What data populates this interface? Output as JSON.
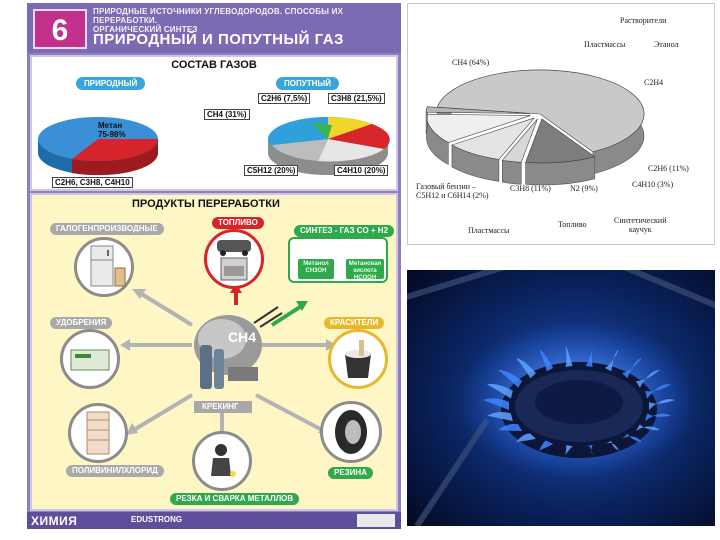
{
  "poster": {
    "number": "6",
    "subtitle_line1": "ПРИРОДНЫЕ ИСТОЧНИКИ УГЛЕВОДОРОДОВ. СПОСОБЫ ИХ ПЕРЕРАБОТКИ.",
    "subtitle_line2": "ОРГАНИЧЕСКИЙ СИНТЕЗ",
    "title": "ПРИРОДНЫЙ И ПОПУТНЫЙ ГАЗ",
    "composition": {
      "title": "СОСТАВ ГАЗОВ",
      "natural_label": "ПРИРОДНЫЙ",
      "associated_label": "ПОПУТНЫЙ",
      "natural_methane_1": "Метан",
      "natural_methane_2": "75-98%",
      "natural_rest": "C2H6, C3H8, C4H10",
      "assoc_ch4": "CH4 (31%)",
      "assoc_c2h6": "C2H6 (7,5%)",
      "assoc_c3h8": "C3H8 (21,5%)",
      "assoc_c5h12": "C5H12 (20%)",
      "assoc_c4h10": "C4H10 (20%)"
    },
    "products": {
      "title": "ПРОДУКТЫ ПЕРЕРАБОТКИ",
      "halogen": "ГАЛОГЕНПРОИЗВОДНЫЕ",
      "fuel": "ТОПЛИВО",
      "synthgas": "СИНТЕЗ - ГАЗ  CO + H2",
      "methanol": "Метанол CH3OH",
      "formic": "Метановая кислота HCOOH",
      "fertilizers": "УДОБРЕНИЯ",
      "dyes": "КРАСИТЕЛИ",
      "center": "CH4",
      "cracking": "КРЕКИНГ",
      "pvc": "ПОЛИВИНИЛХЛОРИД",
      "rubber": "РЕЗИНА",
      "welding": "РЕЗКА И СВАРКА МЕТАЛЛОВ"
    },
    "footer": {
      "brand": "ХИМИЯ",
      "publisher": "EDUSTRONG"
    }
  },
  "diagram": {
    "type": "pie",
    "labels": {
      "ch4": "CH4 (64%)",
      "solvents": "Растворители",
      "plastics_top": "Пластмассы",
      "ethanol": "Этанол",
      "c2h4": "C2H4",
      "c2h6": "C2H6 (11%)",
      "c4h10": "C4H10 (3%)",
      "n2": "N2 (9%)",
      "c3h8": "C3H8 (11%)",
      "gasoline_1": "Газовый бензин –",
      "gasoline_2": "C5H12 и C6H14 (2%)",
      "plastics_bottom": "Пластмассы",
      "fuel": "Топливо",
      "rubber_1": "Синтетический",
      "rubber_2": "каучук"
    },
    "chart_data": {
      "type": "pie",
      "slices": [
        {
          "name": "CH4",
          "value": 64
        },
        {
          "name": "C2H6",
          "value": 11
        },
        {
          "name": "C4H10",
          "value": 3
        },
        {
          "name": "N2",
          "value": 9
        },
        {
          "name": "C3H8",
          "value": 11
        },
        {
          "name": "C5H12 и C6H14",
          "value": 2
        }
      ]
    }
  },
  "colors": {
    "poster_bg": "#8e7fbf",
    "badge": "#c2318c",
    "pill_blue": "#38a6d8",
    "fuel_red": "#d8232a",
    "synth_green": "#2fa94b",
    "dye_yellow": "#e7b82a",
    "flame_blue": "#2a6dff"
  }
}
